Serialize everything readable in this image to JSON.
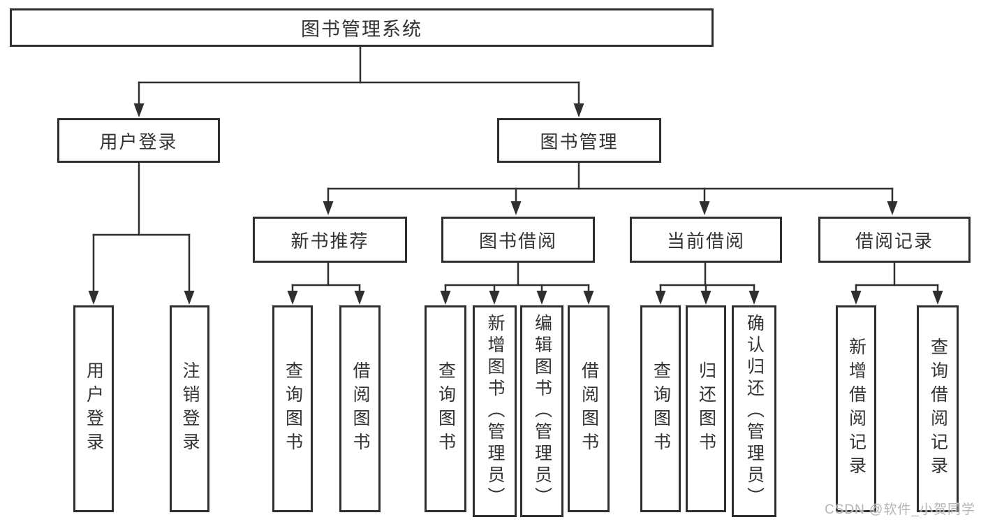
{
  "colors": {
    "line": "#2f2f2f",
    "box_border": "#2f2f2f",
    "text": "#333333",
    "watermark": "#b5b5b5",
    "background": "#ffffff"
  },
  "nodes": {
    "root": "图书管理系统",
    "user_login": "用户登录",
    "book_mgmt": "图书管理",
    "new_book_rec": "新书推荐",
    "book_borrow": "图书借阅",
    "current_borrow": "当前借阅",
    "borrow_record": "借阅记录",
    "leaf_user_login": "用户登录",
    "leaf_logout": "注销登录",
    "leaf_query_book_a": "查询图书",
    "leaf_borrow_book_a": "借阅图书",
    "leaf_query_book_b": "查询图书",
    "leaf_add_book": "新增图书（管理员）",
    "leaf_edit_book": "编辑图书（管理员）",
    "leaf_borrow_book_b": "借阅图书",
    "leaf_query_book_c": "查询图书",
    "leaf_return_book": "归还图书",
    "leaf_confirm_return": "确认归还（管理员）",
    "leaf_add_record": "新增借阅记录",
    "leaf_query_record": "查询借阅记录"
  },
  "hierarchy": {
    "图书管理系统": [
      "用户登录",
      "图书管理"
    ],
    "用户登录": [
      "用户登录",
      "注销登录"
    ],
    "图书管理": [
      "新书推荐",
      "图书借阅",
      "当前借阅",
      "借阅记录"
    ],
    "新书推荐": [
      "查询图书",
      "借阅图书"
    ],
    "图书借阅": [
      "查询图书",
      "新增图书（管理员）",
      "编辑图书（管理员）",
      "借阅图书"
    ],
    "当前借阅": [
      "查询图书",
      "归还图书",
      "确认归还（管理员）"
    ],
    "借阅记录": [
      "新增借阅记录",
      "查询借阅记录"
    ]
  },
  "watermark": "CSDN @软件_小贺同学"
}
